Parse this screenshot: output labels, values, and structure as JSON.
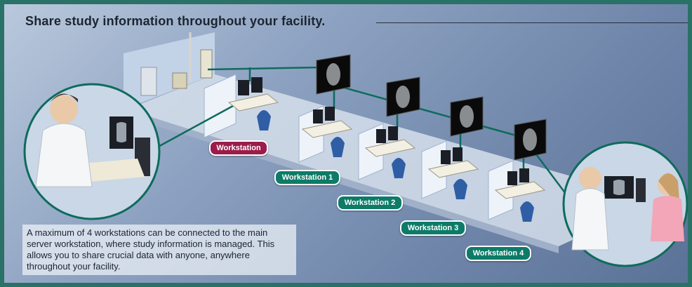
{
  "headline": "Share study information throughout your facility.",
  "labels": {
    "main": "Workstation",
    "ws1": "Workstation 1",
    "ws2": "Workstation 2",
    "ws3": "Workstation 3",
    "ws4": "Workstation 4"
  },
  "note": "A maximum of 4 workstations can be connected to the main server workstation, where study information is managed. This allows you to share crucial data with anyone, anywhere throughout your facility.",
  "colors": {
    "frame": "#2a7168",
    "network_line": "#0e6b5c",
    "main_label": "#9a1c4a",
    "ws_label": "#0d7b68"
  }
}
